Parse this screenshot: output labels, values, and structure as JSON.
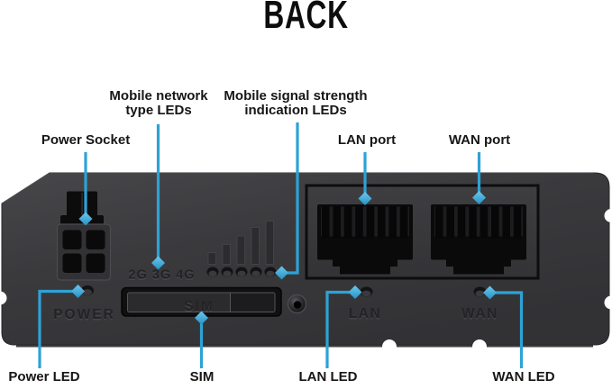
{
  "title": "BACK",
  "colors": {
    "accent": "#2ea2d6",
    "panel": "#3a3a3d",
    "label_text": "#161616",
    "port_black": "#0a0a0b"
  },
  "callouts": {
    "power_socket": {
      "label": "Power Socket"
    },
    "mobile_network": {
      "line1": "Mobile network",
      "line2": "type LEDs"
    },
    "mobile_signal": {
      "line1": "Mobile signal strength",
      "line2": "indication LEDs"
    },
    "lan_port": {
      "label": "LAN port"
    },
    "wan_port": {
      "label": "WAN port"
    },
    "power_led": {
      "label": "Power LED"
    },
    "sim": {
      "label": "SIM"
    },
    "lan_led": {
      "label": "LAN LED"
    },
    "wan_led": {
      "label": "WAN LED"
    }
  },
  "device": {
    "embossed": {
      "network_types": "2G 3G 4G",
      "power": "POWER",
      "sim": "SIM",
      "lan": "LAN",
      "wan": "WAN"
    },
    "signal_bar_count": "5",
    "signal_led_count": "5"
  }
}
